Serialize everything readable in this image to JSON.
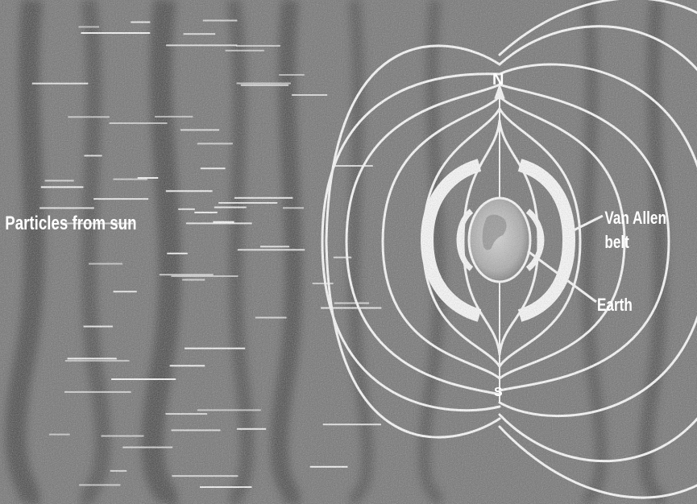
{
  "diagram": {
    "labels": {
      "particles": "Particles from sun",
      "north": "N",
      "south": "S",
      "van_allen_line1": "Van Allen",
      "van_allen_line2": "belt",
      "earth": "Earth"
    },
    "colors": {
      "background": "#6f6f6f",
      "stripe_dark": "#3a3a3a",
      "lines": "#ffffff"
    }
  }
}
